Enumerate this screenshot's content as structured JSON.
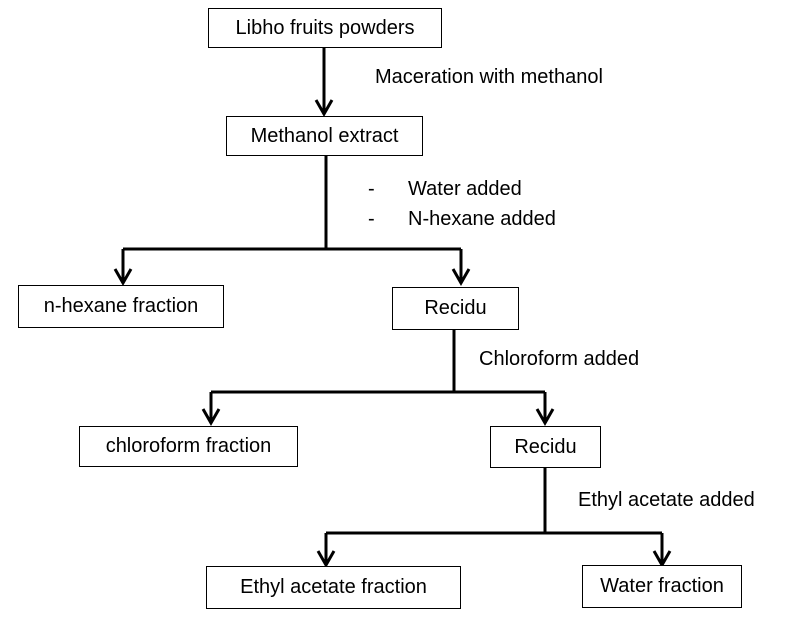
{
  "diagram": {
    "nodes": {
      "libho_powder": "Libho fruits powders",
      "methanol_extract": "Methanol extract",
      "nhexane_fraction": "n-hexane fraction",
      "recidu_1": "Recidu",
      "chloroform_fraction": "chloroform fraction",
      "recidu_2": "Recidu",
      "ethyl_acetate_fraction": "Ethyl acetate fraction",
      "water_fraction": "Water fraction"
    },
    "step_labels": {
      "maceration": "Maceration with methanol",
      "water_added": "Water added",
      "nhexane_added": "N-hexane added",
      "chloroform_added": "Chloroform added",
      "ethyl_acetate_added": "Ethyl acetate  added"
    },
    "bullet": "-",
    "colors": {
      "line": "#000000",
      "box_border": "#000000",
      "text": "#000000"
    }
  }
}
